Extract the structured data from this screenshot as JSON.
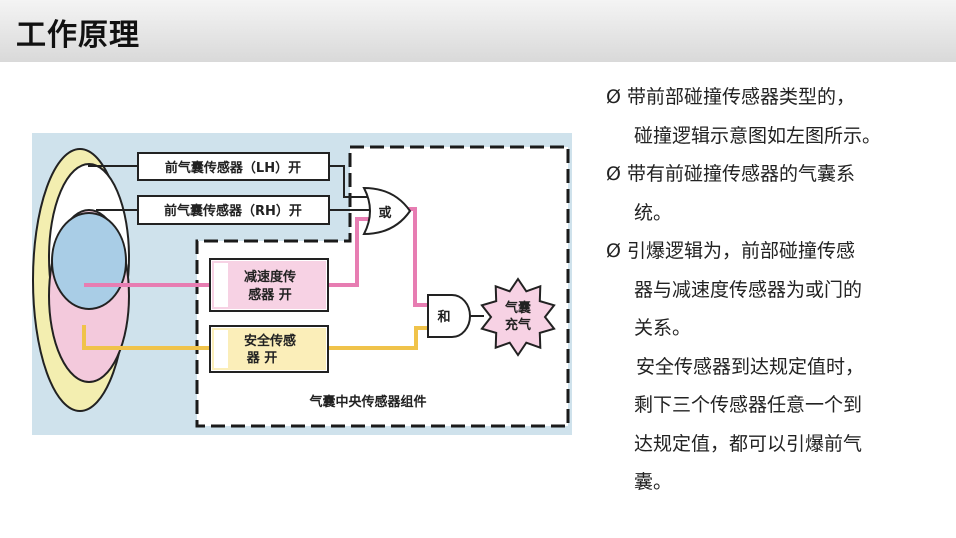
{
  "header": {
    "title": "工作原理"
  },
  "diagram": {
    "front_sensor_lh": "前气囊传感器（LH）开",
    "front_sensor_rh": "前气囊传感器（RH）开",
    "decel_sensor_line1": "减速度传",
    "decel_sensor_line2": "感器  开",
    "safe_sensor_line1": "安全传感",
    "safe_sensor_line2": "器  开",
    "or_gate": "或",
    "and_gate": "和",
    "airbag_line1": "气囊",
    "airbag_line2": "充气",
    "module_label": "气囊中央传感器组件"
  },
  "bullets": {
    "marker": "Ø",
    "b1_line1": "带前部碰撞传感器类型的，",
    "b1_line2": "碰撞逻辑示意图如左图所示。",
    "b2_line1": "带有前碰撞传感器的气囊系",
    "b2_line2": "统。",
    "b3_line1": "引爆逻辑为，前部碰撞传感",
    "b3_line2": "器与减速度传感器为或门的",
    "b3_line3": "关系。",
    "b3_line4": "安全传感器到达规定值时，",
    "b3_line5": "剩下三个传感器任意一个到",
    "b3_line6": "达规定值，都可以引爆前气",
    "b3_line7": "囊。"
  }
}
